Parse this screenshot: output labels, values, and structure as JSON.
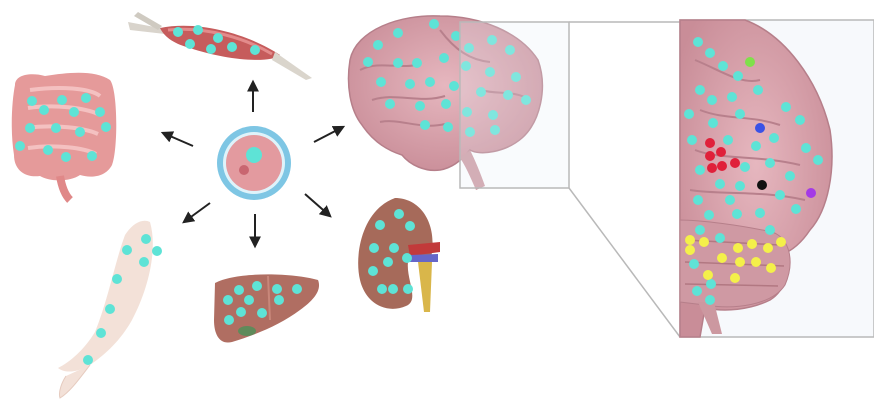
{
  "figure": {
    "central_cell": {
      "icon": "stem-cell-icon"
    },
    "organs": [
      {
        "name": "muscle",
        "icon": "muscle-icon",
        "dot_color": "#5ee3d6"
      },
      {
        "name": "intestine",
        "icon": "intestine-icon",
        "dot_color": "#5ee3d6"
      },
      {
        "name": "arm",
        "icon": "arm-icon",
        "dot_color": "#5ee3d6"
      },
      {
        "name": "liver",
        "icon": "liver-icon",
        "dot_color": "#5ee3d6"
      },
      {
        "name": "kidney",
        "icon": "kidney-icon",
        "dot_color": "#5ee3d6"
      },
      {
        "name": "brain",
        "icon": "brain-icon",
        "dot_color": "#5ee3d6"
      }
    ],
    "zoom_inset": {
      "icon": "brain-zoom-icon",
      "marker_colors": {
        "cyan": "#5ee3d6",
        "red": "#e0203a",
        "yellow": "#f4f04a",
        "blue": "#3a52e6",
        "purple": "#a43ae6",
        "green": "#7fe04a",
        "black": "#111111"
      }
    },
    "colors": {
      "cell_outer": "#7ec6e4",
      "cell_inner": "#e39a9f",
      "brain": "#d9a3ad",
      "liver": "#b06e62",
      "kidney": "#a66a5a",
      "intestine": "#e59a9a",
      "arrow": "#222222"
    }
  }
}
